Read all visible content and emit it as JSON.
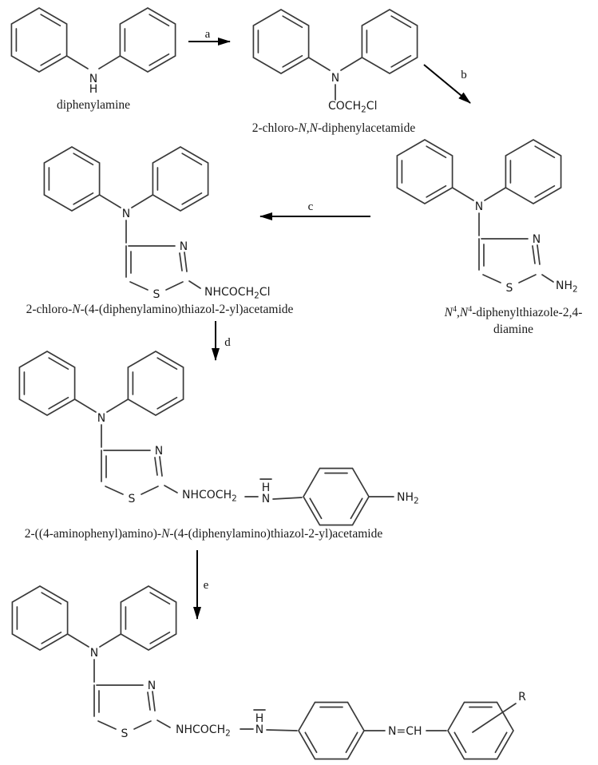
{
  "scheme": {
    "arrows": {
      "a": "a",
      "b": "b",
      "c": "c",
      "d": "d",
      "e": "e"
    },
    "atoms": {
      "N": "N",
      "H": "H",
      "S": "S",
      "NH": "NH",
      "two": "2",
      "COCH": "COCH",
      "NHCOCH": "NHCOCH",
      "Cl": "Cl",
      "NCH": "N=CH",
      "R": "R"
    },
    "names": {
      "c1": {
        "text": "diphenylamine"
      },
      "c2": {
        "p1": "2-chloro-",
        "n1": "N",
        "p2": ",",
        "n2": "N",
        "p3": "-diphenylacetamide"
      },
      "c3": {
        "n1": "N",
        "s1": "4",
        "p1": ",",
        "n2": "N",
        "s2": "4",
        "p2": "-diphenylthiazole-2,4-",
        "line2": "diamine"
      },
      "c4": {
        "p1": "2-chloro-",
        "n1": "N",
        "p2": "-(4-(diphenylamino)thiazol-2-yl)acetamide"
      },
      "c5": {
        "p1": "2-((4-aminophenyl)amino)-",
        "n1": "N",
        "p2": "-(4-(diphenylamino)thiazol-2-yl)acetamide"
      }
    }
  }
}
